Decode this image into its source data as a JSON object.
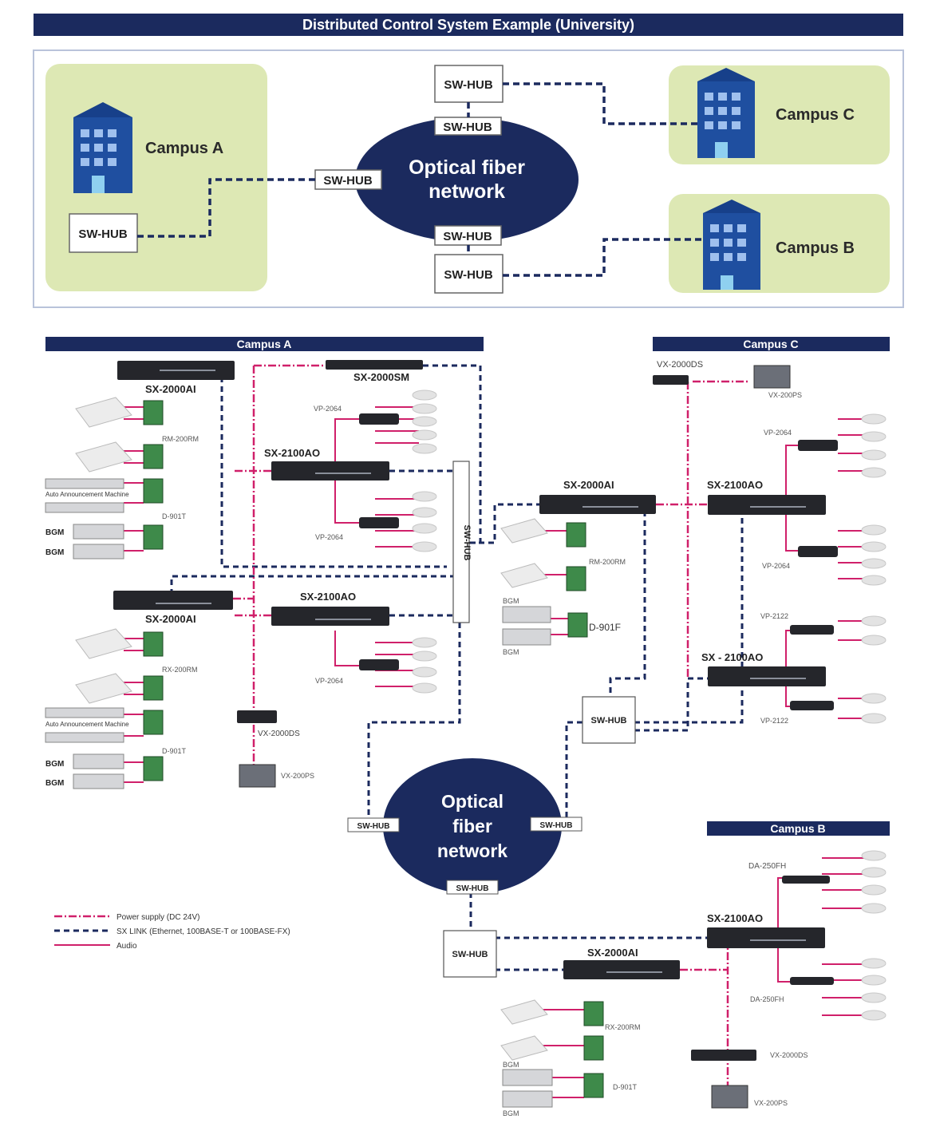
{
  "title": "Distributed Control System Example (University)",
  "colors": {
    "navy": "#1b2a5e",
    "green_fill": "#dde8b4",
    "campus_bar": "#1b2a5e",
    "power": "#d0206a",
    "sxlink": "#1b2a5e",
    "audio": "#d0206a"
  },
  "overview": {
    "campus_a": "Campus A",
    "campus_b": "Campus B",
    "campus_c": "Campus C",
    "fiber_line1": "Optical fiber",
    "fiber_line2": "network",
    "hub": "SW-HUB"
  },
  "detail": {
    "campus_a_header": "Campus A",
    "campus_b_header": "Campus B",
    "campus_c_header": "Campus C",
    "fiber_line1": "Optical",
    "fiber_line2": "fiber",
    "fiber_line3": "network",
    "hub": "SW-HUB",
    "labels": {
      "sx2000ai_1": "SX-2000AI",
      "sx2000sm": "SX-2000SM",
      "vp2064_a1": "VP-2064",
      "sx2100ao_1": "SX-2100AO",
      "rm200_a1": "RM-200RM",
      "vp2064_a2": "VP-2064",
      "auto_ann_1": "Auto Announcement Machine",
      "d901_a1": "D-901T",
      "bgm": "BGM",
      "sx2100ao_2": "SX-2100AO",
      "sx2000ai_2": "SX-2000AI",
      "rm200_a2": "RX-200RM",
      "vp2064_a3": "VP-2064",
      "auto_ann_2": "Auto Announcement Machine",
      "d901_a2": "D-901T",
      "vx2000ds_a": "VX-2000DS",
      "vx200ps_a": "VX-200PS",
      "vx2000ds_c": "VX-2000DS",
      "vx200ps_c": "VX-200PS",
      "vp2064_c1": "VP-2064",
      "sx2000ai_c": "SX-2000AI",
      "sx2100ao_c1": "SX-2100AO",
      "rm200_c": "RM-200RM",
      "vp2064_c2": "VP-2064",
      "d901_c": "D-901F",
      "vp2122_c1": "VP-2122",
      "sx2100ao_c2": "SX - 2100AO",
      "vp2122_c2": "VP-2122",
      "da250_b1": "DA-250FH",
      "sx2100ao_b": "SX-2100AO",
      "sx2000ai_b": "SX-2000AI",
      "da250_b2": "DA-250FH",
      "rm200_b": "RX-200RM",
      "d901_b": "D-901T",
      "vx2000ds_b": "VX-2000DS",
      "vx200ps_b": "VX-200PS"
    }
  },
  "legend": {
    "power": "Power supply (DC 24V)",
    "sxlink": "SX LINK (Ethernet, 100BASE-T or 100BASE-FX)",
    "audio": "Audio"
  }
}
